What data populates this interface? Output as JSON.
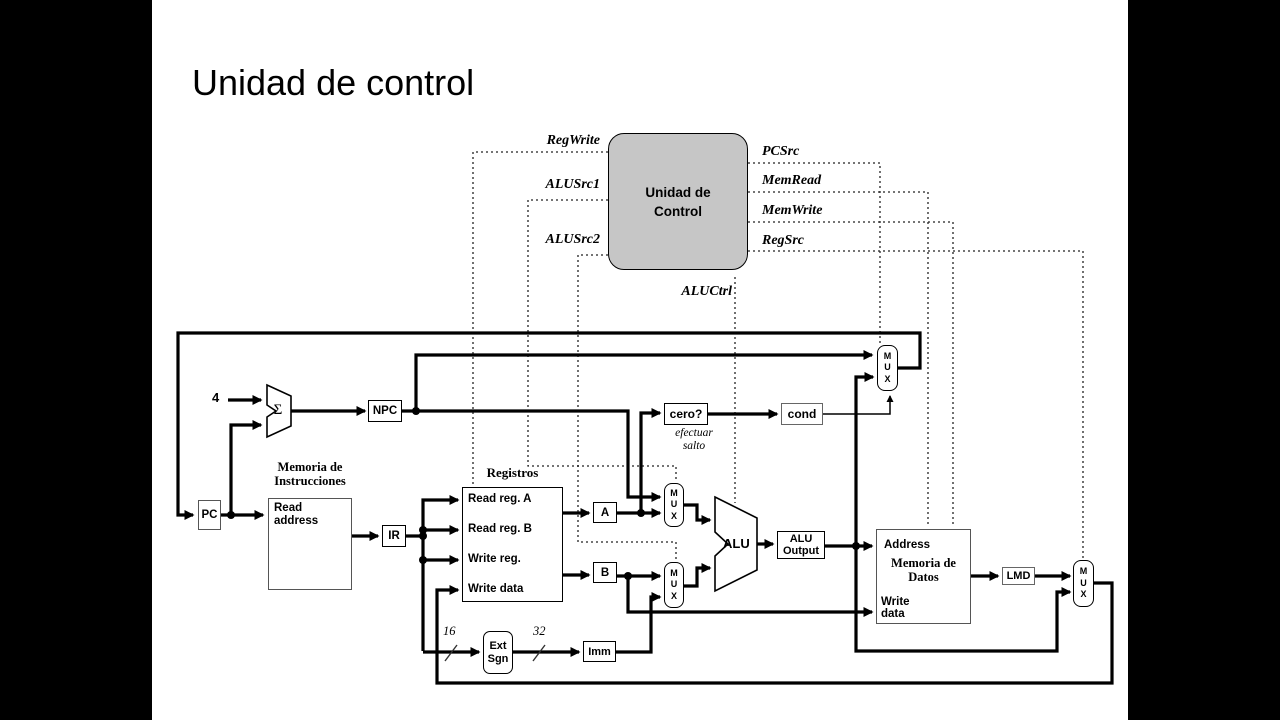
{
  "slide": {
    "title": "Unidad de control",
    "background": "#ffffff",
    "pillar_color": "#000000"
  },
  "control_unit": {
    "label": "Unidad de\nControl",
    "fill": "#c6c6c6",
    "left_signals": [
      "RegWrite",
      "ALUSrc1",
      "ALUSrc2"
    ],
    "right_signals": [
      "PCSrc",
      "MemRead",
      "MemWrite",
      "RegSrc"
    ],
    "bottom_signal": "ALUCtrl"
  },
  "datapath": {
    "const4": "4",
    "adder": "Σ",
    "pc": "PC",
    "npc": "NPC",
    "instr_mem_title": "Memoria de\nInstrucciones",
    "read_address": "Read\naddress",
    "ir": "IR",
    "registers_title": "Registros",
    "reg_ports": [
      "Read reg. A",
      "Read reg. B",
      "Write reg.",
      "Write data"
    ],
    "a_reg": "A",
    "b_reg": "B",
    "mux": "M\nU\nX",
    "alu": "ALU",
    "alu_output": "ALU\nOutput",
    "zero": "cero?",
    "cond": "cond",
    "branch_note": "efectuar\nsalto",
    "data_mem_title": "Memoria de\nDatos",
    "address": "Address",
    "write_data": "Write\ndata",
    "lmd": "LMD",
    "ext_sgn": "Ext\nSgn",
    "imm": "Imm",
    "bus16": "16",
    "bus32": "32"
  }
}
